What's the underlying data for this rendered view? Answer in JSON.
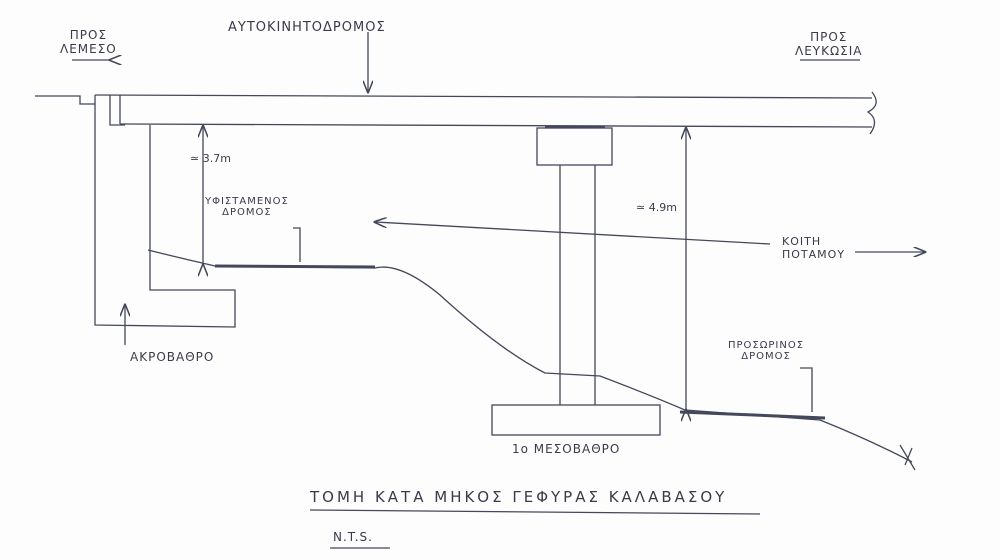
{
  "drawing": {
    "motorway_label": "ΑΥΤΟΚΙΝΗΤΟΔΡΟΜΟΣ",
    "to_limassol": [
      "ΠΡΟΣ",
      "ΛΕΜΕΣΟ"
    ],
    "to_nicosia": [
      "ΠΡΟΣ",
      "ΛΕΥΚΩΣΙΑ"
    ],
    "clearance_left": "≃ 3.7m",
    "clearance_right": "≃ 4.9m",
    "existing_road": [
      "ΥΦΙΣΤΑΜΕΝΟΣ",
      "ΔΡΟΜΟΣ"
    ],
    "riverbed": [
      "ΚΟΙΤΗ",
      "ΠΟΤΑΜΟΥ"
    ],
    "abutment": "ΑΚΡΟΒΑΘΡΟ",
    "temporary_road": [
      "ΠΡΟΣΩΡΙΝΟΣ",
      "ΔΡΟΜΟΣ"
    ],
    "pier": "1ο ΜΕΣΟΒΑΘΡΟ",
    "title": "ΤΟΜΗ ΚΑΤΑ ΜΗΚΟΣ ΓΕΦΥΡΑΣ ΚΑΛΑΒΑΣΟΥ",
    "scale_note": "N.T.S."
  }
}
